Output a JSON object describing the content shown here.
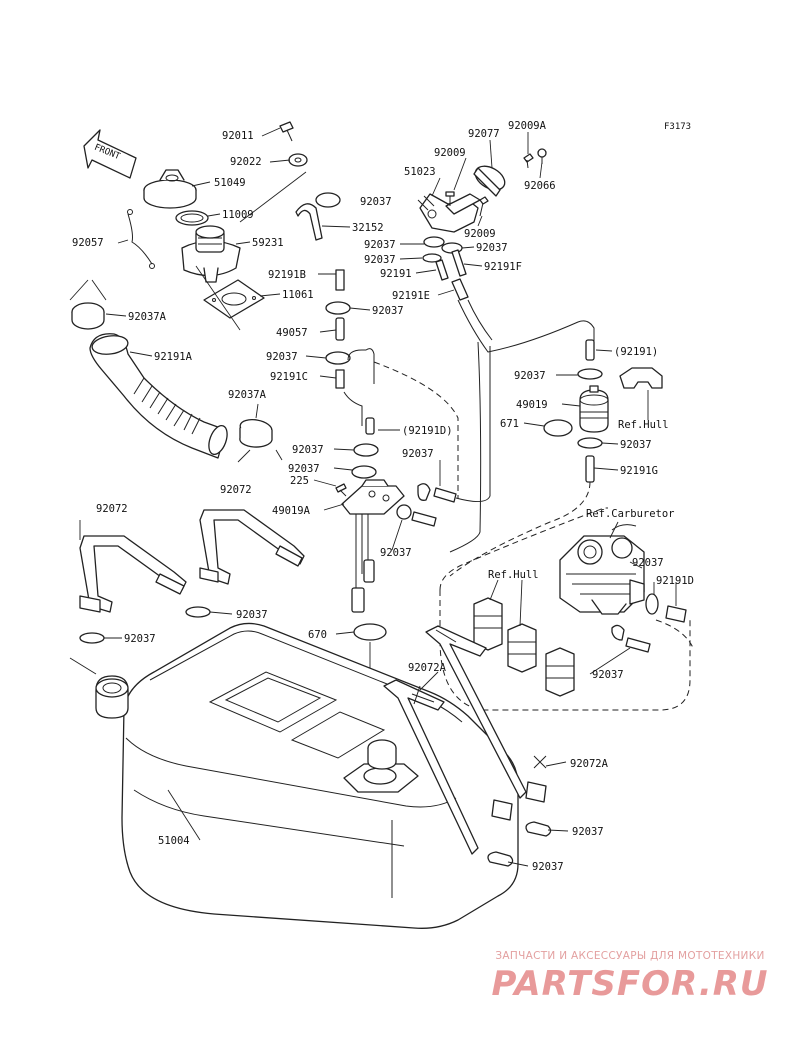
{
  "figure_code": "F3173",
  "front_marker": "FRONT",
  "labels": {
    "p92011": "92011",
    "p92022": "92022",
    "p51049": "51049",
    "p11009": "11009",
    "p92057": "92057",
    "p59231": "59231",
    "p11061": "11061",
    "p92037A_1": "92037A",
    "p92191A": "92191A",
    "p92037A_2": "92037A",
    "p92077": "92077",
    "p92009A": "92009A",
    "p92009_1": "92009",
    "p51023": "51023",
    "p92066": "92066",
    "p92037_1": "92037",
    "p32152": "32152",
    "p92009_2": "92009",
    "p92037_2": "92037",
    "p92037_3": "92037",
    "p92037_4": "92037",
    "p92191F": "92191F",
    "p92191": "92191",
    "p92191B": "92191B",
    "p92191E": "92191E",
    "p92037_5": "92037",
    "p49057": "49057",
    "p92037_6": "92037",
    "p92191C": "92191C",
    "p92191_paren": "(92191)",
    "p92037_7": "92037",
    "p49019": "49019",
    "ref_hull_1": "Ref.Hull",
    "p671": "671",
    "p92037_8": "92037",
    "p92191D_paren": "(92191D)",
    "p92037_9": "92037",
    "p92037_10": "92037",
    "p92037_11": "92037",
    "p92191G": "92191G",
    "p225": "225",
    "p49019A": "49019A",
    "p92037_12": "92037",
    "p92072_1": "92072",
    "p92072_2": "92072",
    "ref_carburetor": "Ref.Carburetor",
    "p92037_13": "92037",
    "ref_hull_2": "Ref.Hull",
    "p92191D": "92191D",
    "p92037_14": "92037",
    "p92037_15": "92037",
    "p670": "670",
    "p92037_16": "92037",
    "p92072A_1": "92072A",
    "p92072A_2": "92072A",
    "p51004": "51004",
    "p92037_17": "92037",
    "p92037_18": "92037"
  },
  "watermark": {
    "caption": "ЗАПЧАСТИ И АКСЕССУАРЫ ДЛЯ МОТОТЕХНИКИ",
    "logo": "PARTSFOR.RU"
  }
}
